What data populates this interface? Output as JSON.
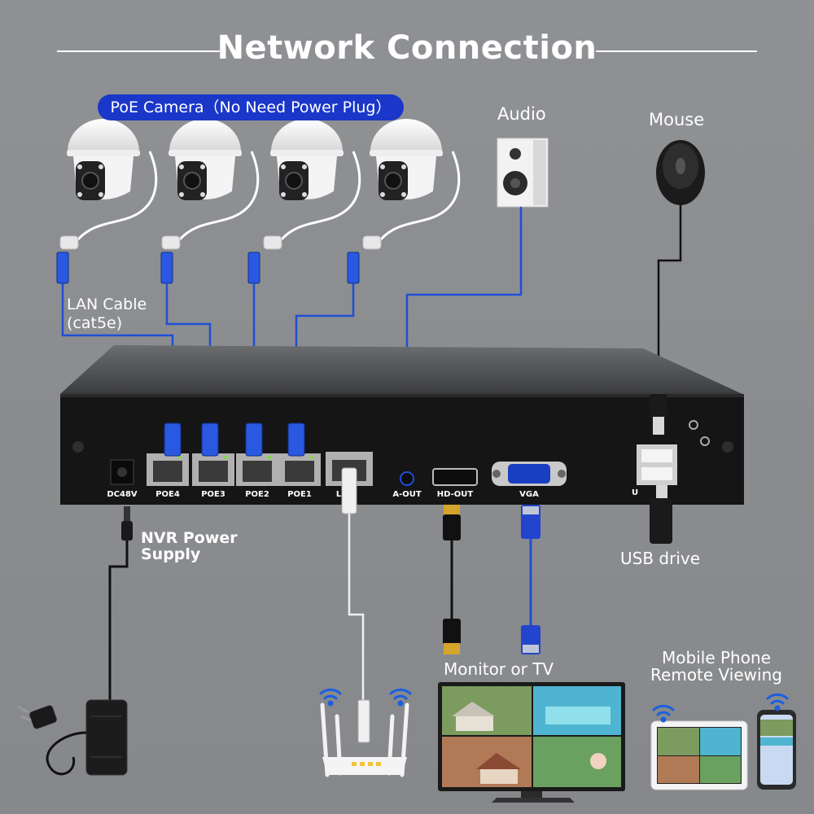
{
  "title": "Network Connection",
  "poe_camera_label": "PoE Camera（No Need Power Plug）",
  "labels": {
    "audio": "Audio",
    "mouse": "Mouse",
    "lan_cable_line1": "LAN Cable",
    "lan_cable_line2": "(cat5e)",
    "nvr_power_line1": "NVR Power",
    "nvr_power_line2": "Supply",
    "usb_drive": "USB drive",
    "monitor": "Monitor or TV",
    "mobile_line1": "Mobile Phone",
    "mobile_line2": "Remote Viewing"
  },
  "ports": {
    "dc": "DC48V",
    "poe4": "POE4",
    "poe3": "POE3",
    "poe2": "POE2",
    "poe1": "POE1",
    "lan": "L",
    "aout": "A-OUT",
    "hdout": "HD-OUT",
    "vga": "VGA",
    "usb": "U"
  },
  "colors": {
    "background": "#8c8e91",
    "pill": "#1a37c9",
    "lan_wire": "#1f4fd6",
    "nvr_body": "#151515",
    "text": "#ffffff"
  },
  "icons": [
    "dome-camera-icon",
    "speaker-icon",
    "mouse-icon",
    "wifi-icon",
    "router-icon",
    "power-adapter-icon",
    "monitor-icon",
    "tablet-icon",
    "phone-icon",
    "usb-drive-icon"
  ]
}
